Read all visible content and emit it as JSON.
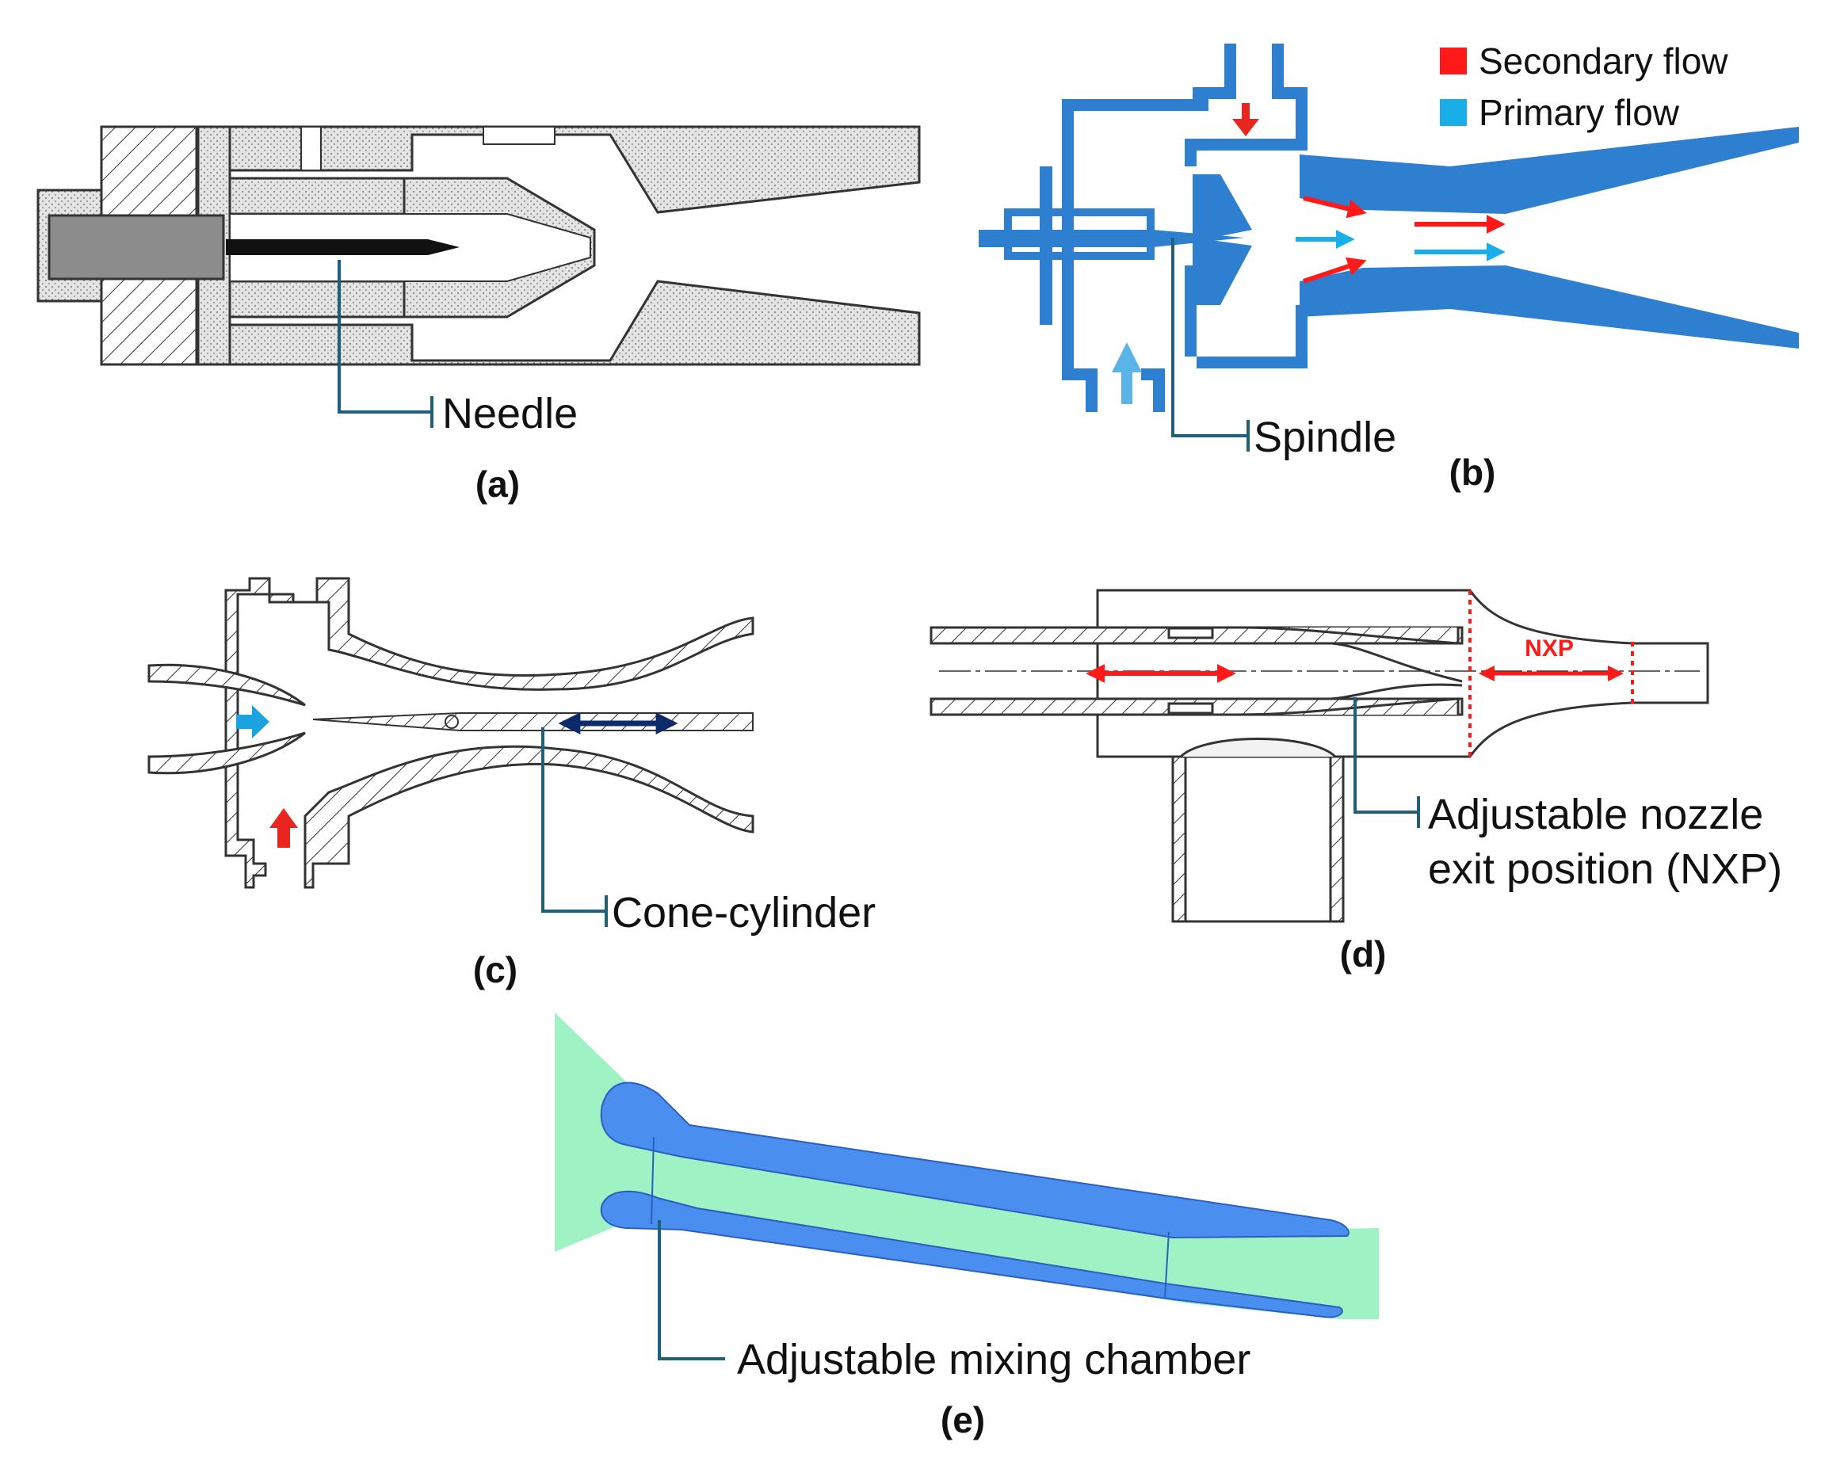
{
  "panels": {
    "a": {
      "caption": "(a)",
      "callout": "Needle"
    },
    "b": {
      "caption": "(b)",
      "callout": "Spindle",
      "legend": [
        {
          "label": "Secondary flow",
          "color": "#ff1a1a"
        },
        {
          "label": "Primary flow",
          "color": "#19aee8"
        }
      ]
    },
    "c": {
      "caption": "(c)",
      "callout": "Cone-cylinder"
    },
    "d": {
      "caption": "(d)",
      "callout_line1": "Adjustable nozzle",
      "callout_line2": "exit position (NXP)",
      "dim_label": "NXP"
    },
    "e": {
      "caption": "(e)",
      "callout": "Adjustable mixing chamber"
    }
  },
  "colors": {
    "leader": "#1f5f7a",
    "steel_blue": "#2e7fd0",
    "secondary_arrow": "#ff1a1a",
    "primary_arrow": "#19aee8",
    "dark_arrow": "#0d2a6b",
    "fluid_green": "#9ef2c4",
    "wall_blue": "#4a8ff0"
  }
}
